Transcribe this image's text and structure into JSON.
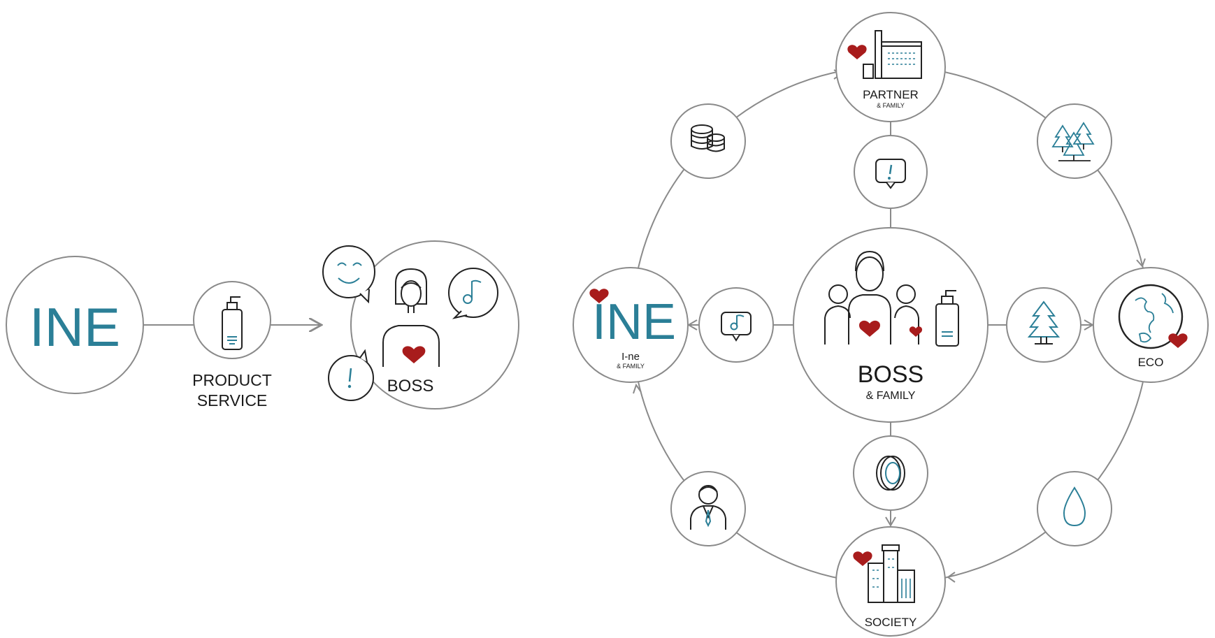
{
  "colors": {
    "accent": "#2b7f97",
    "heart": "#a81c1c",
    "stroke": "#8a8a8a",
    "ink": "#222222"
  },
  "left": {
    "logo_text": "INE",
    "product_label_1": "PRODUCT",
    "product_label_2": "SERVICE",
    "boss_label": "BOSS"
  },
  "right": {
    "center_title": "BOSS",
    "center_sub": "& FAMILY",
    "partner_title": "PARTNER",
    "partner_sub": "& FAMILY",
    "ine_logo": "INE",
    "ine_title": "I-ne",
    "ine_sub": "& FAMILY",
    "eco_title": "ECO",
    "society_title": "SOCIETY"
  },
  "icons": [
    "ine-logo",
    "shampoo-bottle-icon",
    "boss-woman-icon",
    "smile-bubble-icon",
    "music-bubble-icon",
    "exclamation-bubble-icon",
    "factory-icon",
    "coins-icon",
    "trees-icon",
    "tree-icon",
    "globe-icon",
    "water-drop-icon",
    "businessman-icon",
    "buildings-icon",
    "coin-icon",
    "family-icon",
    "heart-icon"
  ]
}
